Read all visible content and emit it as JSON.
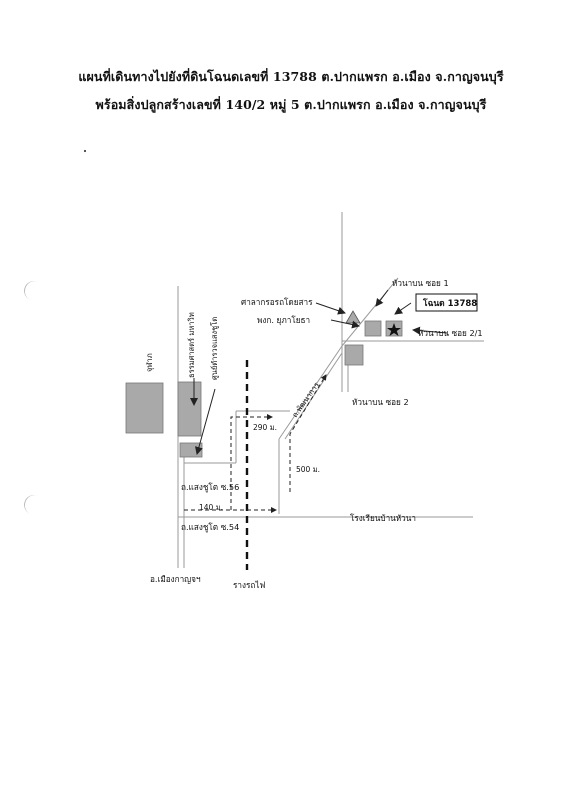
{
  "title": {
    "line1": "แผนที่เดินทางไปยังที่ดินโฉนดเลขที่ 13788 ต.ปากแพรก อ.เมือง จ.กาญจนบุรี",
    "line2": "พร้อมสิ่งปลูกสร้างเลขที่ 140/2 หมู่ 5  ต.ปากแพรก อ.เมือง จ.กาญจนบุรี"
  },
  "map": {
    "labels": {
      "huanabon_soi1": "หัวนาบน ซอย 1",
      "court": "ศาลากรอรถโดยสาร",
      "police": "พงก. ยุภาโยธา",
      "deed_box": "โฉนด  13788",
      "huanabon_soi2_1": "หัวนาบน ซอย 2/1",
      "huanabon_soi2": "หัวนาบน ซอย 2",
      "road_phatthanakarn": "ถ.พัฒนาการ",
      "dist_290": "290 ม.",
      "dist_500": "500 ม.",
      "dist_140": "140 ม.",
      "road_saengchuto_56": "ถ.แสงชูโต ซ.56",
      "road_saengchuto_54": "ถ.แสงชูโต ซ.54",
      "school": "โรงเรียนบ้านหัวนา",
      "to_mueang": "อ.เมืองกาญจฯ",
      "railway": "รางรถไฟ",
      "jubon": "จุฬาภ",
      "thammasat": "ธรรมศาสตร์ มหาวิท",
      "hospital": "ศูนย์ตำรวจแสงชูโต"
    },
    "icons": {
      "triangle": "triangle-marker",
      "star": "star-marker"
    },
    "colors": {
      "building_fill": "#a9a9a9",
      "building_stroke": "#777777",
      "road_line": "#9a9a9a",
      "route_dash": "#222222"
    }
  }
}
